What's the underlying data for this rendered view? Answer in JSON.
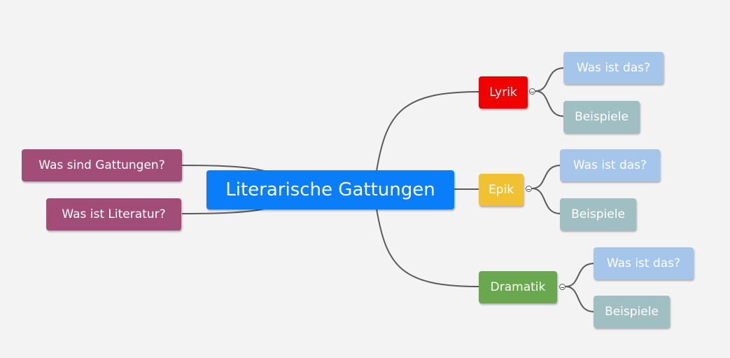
{
  "mindmap": {
    "central": {
      "label": "Literarische Gattungen",
      "color": "#0a7dfa"
    },
    "left_topics": [
      {
        "label": "Was sind Gattungen?",
        "color": "#a24d78"
      },
      {
        "label": "Was ist Literatur?",
        "color": "#a24d78"
      }
    ],
    "right_topics": [
      {
        "label": "Lyrik",
        "color": "#f00000",
        "children": [
          {
            "label": "Was ist das?",
            "color": "#a5c6ea"
          },
          {
            "label": "Beispiele",
            "color": "#9fbfc3"
          }
        ]
      },
      {
        "label": "Epik",
        "color": "#f0c232",
        "children": [
          {
            "label": "Was ist das?",
            "color": "#a5c6ea"
          },
          {
            "label": "Beispiele",
            "color": "#9fbfc3"
          }
        ]
      },
      {
        "label": "Dramatik",
        "color": "#6aa84f",
        "children": [
          {
            "label": "Was ist das?",
            "color": "#a5c6ea"
          },
          {
            "label": "Beispiele",
            "color": "#9fbfc3"
          }
        ]
      }
    ],
    "connector_color": "#5a5a5a"
  }
}
